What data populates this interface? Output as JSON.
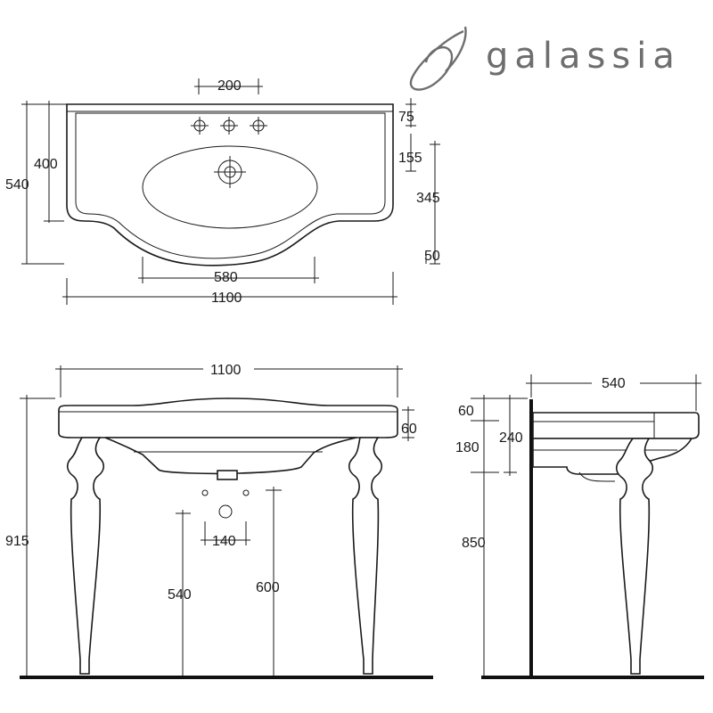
{
  "brand": {
    "name": "galassia"
  },
  "top_view": {
    "dims": {
      "tap_spacing": "200",
      "back_height": "75",
      "tap_to_drain": "155",
      "front_to_drain": "345",
      "bottom_offset": "50",
      "side_depth": "400",
      "total_depth": "540",
      "bowl_width": "580",
      "total_width": "1100"
    }
  },
  "front_view": {
    "dims": {
      "total_width": "1100",
      "top_thickness": "60",
      "total_height": "915",
      "supply_spacing": "140",
      "left_supply_height": "540",
      "right_supply_height": "600"
    }
  },
  "side_view": {
    "dims": {
      "depth": "540",
      "top_thickness": "60",
      "basin_height": "180",
      "overall_basin_height": "240",
      "floor_to_top": "850"
    }
  },
  "colors": {
    "line": "#1a1a1a",
    "brand": "#6e6e6e",
    "background": "#ffffff"
  }
}
